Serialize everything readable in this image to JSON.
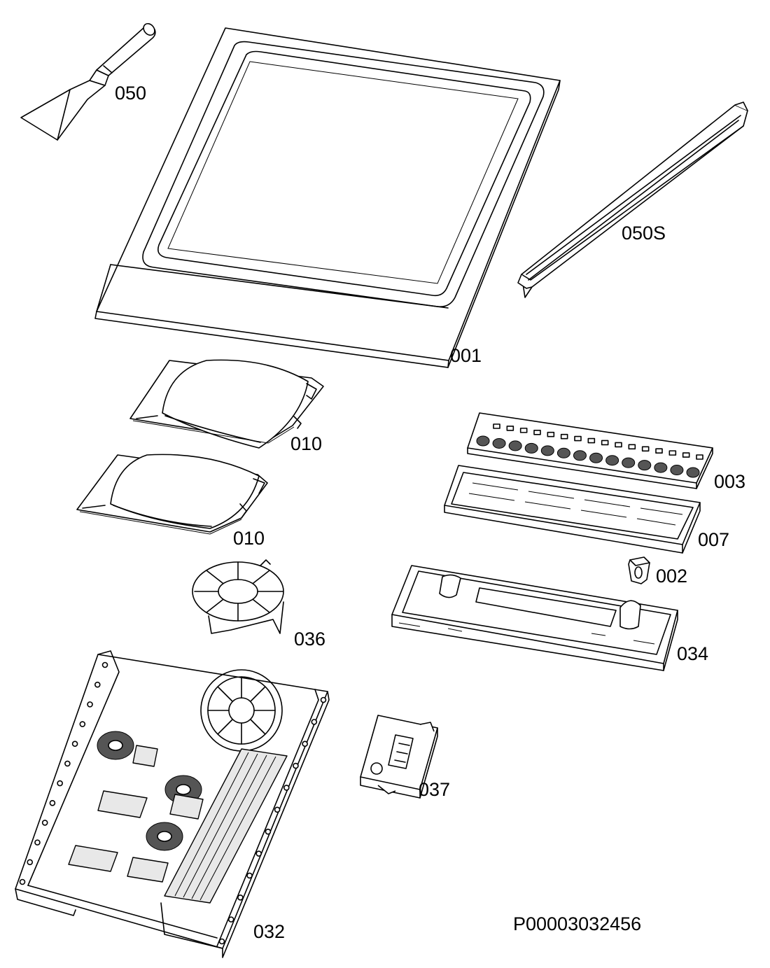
{
  "labels": {
    "p050": "050",
    "p050s": "050S",
    "p001": "001",
    "p010a": "010",
    "p010b": "010",
    "p003": "003",
    "p007": "007",
    "p002": "002",
    "p036": "036",
    "p034": "034",
    "p037": "037",
    "p032": "032"
  },
  "drawing_number": "P00003032456"
}
